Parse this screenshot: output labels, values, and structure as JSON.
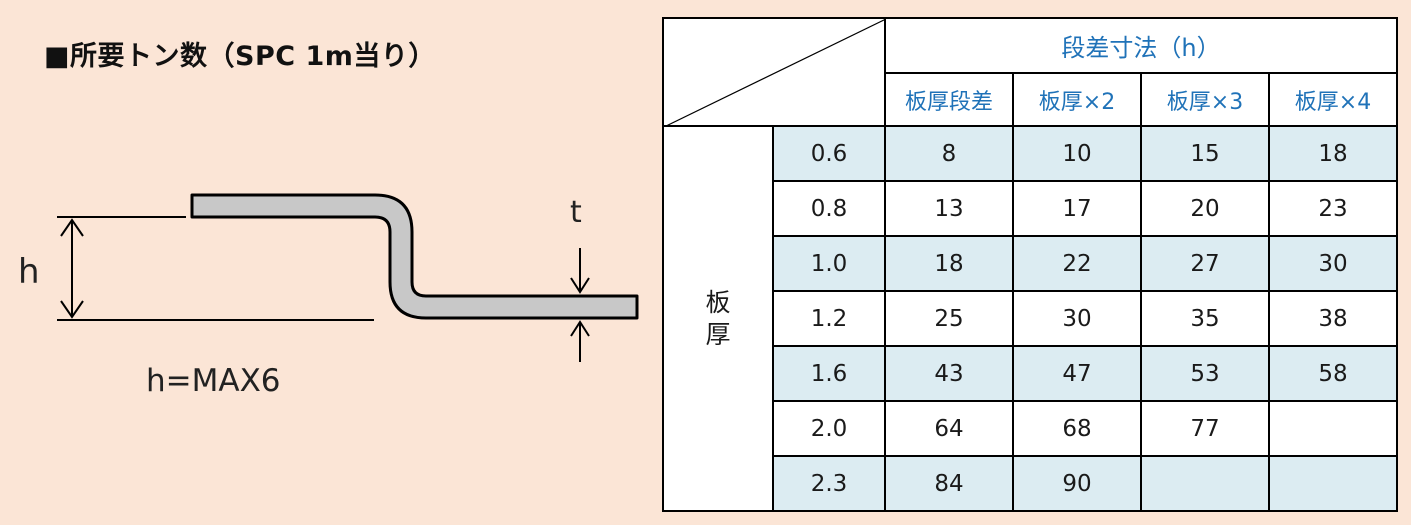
{
  "title": "■所要トン数（SPC 1m当り）",
  "diagram": {
    "height_label": "h",
    "thickness_label": "t",
    "max_label": "h=MAX6"
  },
  "table": {
    "group_header": "段差寸法（h）",
    "column_headers": [
      "板厚段差",
      "板厚×2",
      "板厚×3",
      "板厚×4"
    ],
    "row_group_label": [
      "板",
      "厚"
    ],
    "rows": [
      {
        "thickness": "0.6",
        "values": [
          "8",
          "10",
          "15",
          "18"
        ]
      },
      {
        "thickness": "0.8",
        "values": [
          "13",
          "17",
          "20",
          "23"
        ]
      },
      {
        "thickness": "1.0",
        "values": [
          "18",
          "22",
          "27",
          "30"
        ]
      },
      {
        "thickness": "1.2",
        "values": [
          "25",
          "30",
          "35",
          "38"
        ]
      },
      {
        "thickness": "1.6",
        "values": [
          "43",
          "47",
          "53",
          "58"
        ]
      },
      {
        "thickness": "2.0",
        "values": [
          "64",
          "68",
          "77",
          ""
        ]
      },
      {
        "thickness": "2.3",
        "values": [
          "84",
          "90",
          "",
          ""
        ]
      }
    ]
  },
  "colors": {
    "panel_background": "#fbe5d6",
    "header_text": "#1f72b8",
    "shaded_row": "#dcecf2",
    "sheet_fill": "#c8c8c8"
  }
}
